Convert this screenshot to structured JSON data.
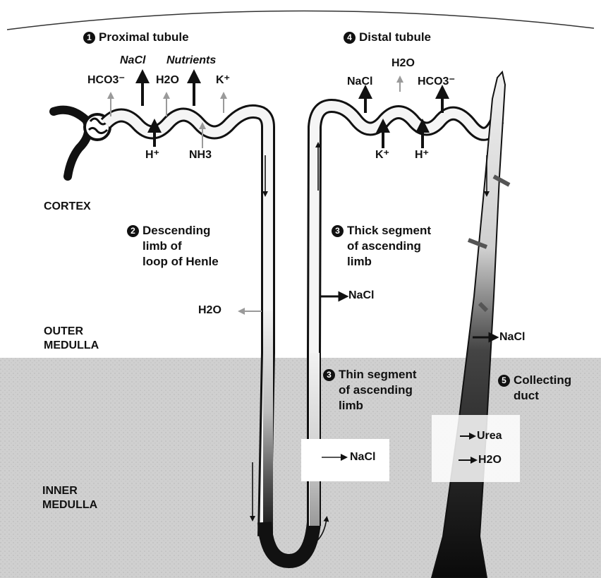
{
  "regions": {
    "cortex": "CORTEX",
    "outer_medulla_line1": "OUTER",
    "outer_medulla_line2": "MEDULLA",
    "inner_medulla_line1": "INNER",
    "inner_medulla_line2": "MEDULLA"
  },
  "segments": {
    "proximal": {
      "number": "1",
      "label": "Proximal tubule"
    },
    "descending": {
      "number": "2",
      "line1": "Descending",
      "line2": "limb of",
      "line3": "loop of Henle"
    },
    "thick": {
      "number": "3",
      "line1": "Thick segment",
      "line2": "of ascending",
      "line3": "limb"
    },
    "thin": {
      "number": "3",
      "line1": "Thin segment",
      "line2": "of ascending",
      "line3": "limb"
    },
    "distal": {
      "number": "4",
      "label": "Distal tubule"
    },
    "collecting": {
      "number": "5",
      "line1": "Collecting",
      "line2": "duct"
    }
  },
  "substances": {
    "proximal_nacl": "NaCl",
    "proximal_nutrients": "Nutrients",
    "proximal_hco3": "HCO3⁻",
    "proximal_h2o": "H2O",
    "proximal_k": "K⁺",
    "proximal_h": "H⁺",
    "proximal_nh3": "NH3",
    "descending_h2o": "H2O",
    "thick_nacl": "NaCl",
    "thin_nacl": "NaCl",
    "distal_nacl": "NaCl",
    "distal_h2o": "H2O",
    "distal_hco3": "HCO3⁻",
    "distal_k": "K⁺",
    "distal_h": "H⁺",
    "collecting_nacl": "NaCl",
    "collecting_urea": "Urea",
    "collecting_h2o": "H2O"
  },
  "colors": {
    "tubule_fill": "#f4f4f4",
    "tubule_outline": "#111111",
    "medulla_bg": "#c9c9c9",
    "dark_segment": "#1a1a1a",
    "light_arrow": "#9a9a9a"
  }
}
